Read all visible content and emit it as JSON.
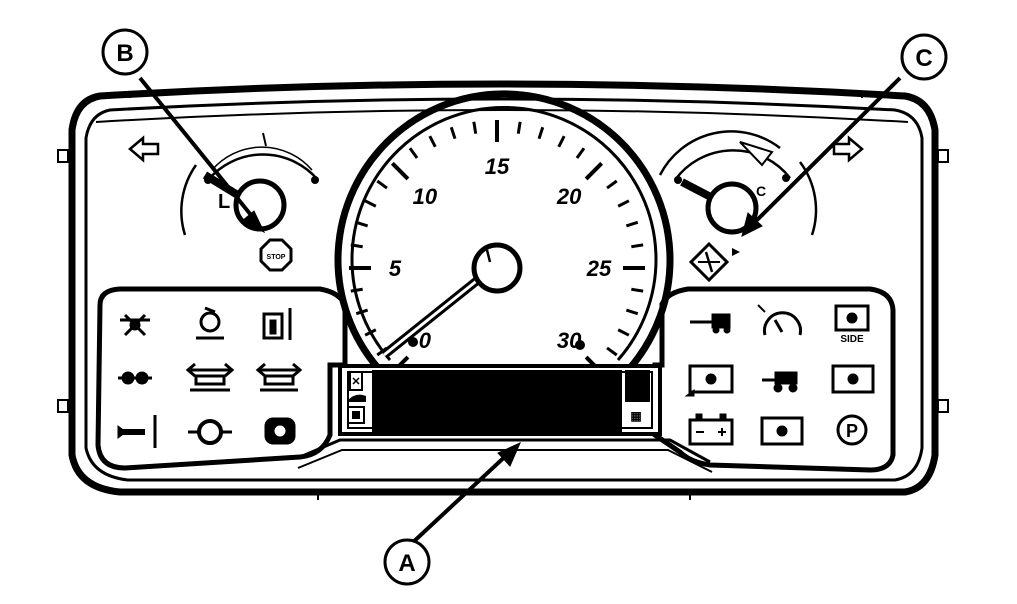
{
  "callouts": {
    "a": "A",
    "b": "B",
    "c": "C"
  },
  "speedometer": {
    "scale_labels": [
      "0",
      "5",
      "10",
      "15",
      "20",
      "25",
      "30"
    ]
  },
  "left_gauge": {
    "letter": "L"
  },
  "stop_sign": {
    "text": "STOP"
  },
  "indicators": {
    "sidebar_text": "SIDE",
    "park_text": "P"
  },
  "icons": {
    "turn_left": "arrow-left-outline",
    "turn_right": "arrow-right-outline",
    "stop": "stop-octagon",
    "warning": "diamond-warning"
  },
  "colors": {
    "ink": "#000000",
    "paper": "#ffffff"
  }
}
